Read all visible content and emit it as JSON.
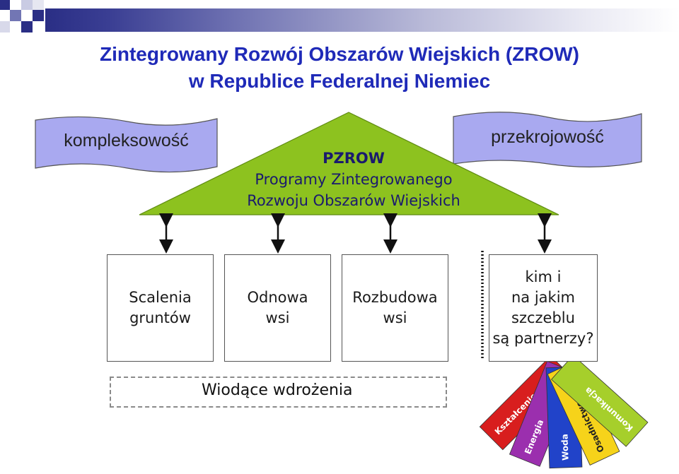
{
  "title": {
    "line1": "Zintegrowany Rozwój Obszarów Wiejskich (ZROW)",
    "line2": "w Republice Federalnej Niemiec"
  },
  "left_tab": {
    "label": "kompleksowość"
  },
  "right_tab": {
    "label": "przekrojowość"
  },
  "triangle": {
    "heading": "PZROW",
    "line1": "Programy Zintegrowanego",
    "line2": "Rozwoju Obszarów Wiejskich",
    "color": "#8dc21f"
  },
  "boxes": [
    {
      "label": "Scalenia\ngruntów"
    },
    {
      "label": "Odnowa\nwsi"
    },
    {
      "label": "Rozbudowa\nwsi"
    },
    {
      "label": "kim i\nna jakim\nszczeblu\nsą partnerzy?"
    }
  ],
  "footer_label": "Wiodące wdrożenia",
  "fan": {
    "cards": [
      {
        "label": "Kształcenie",
        "color": "#d81e1e"
      },
      {
        "label": "Energia",
        "color": "#9b2fae"
      },
      {
        "label": "Woda",
        "color": "#2143c9"
      },
      {
        "label": "Osadnictwo",
        "color": "#f6d31a"
      },
      {
        "label": "Komunikacja",
        "color": "#a6cf2b"
      }
    ]
  },
  "colors": {
    "title": "#1f2ab8",
    "tab_fill": "#a9a9f0",
    "header_dark": "#2a2e85"
  }
}
